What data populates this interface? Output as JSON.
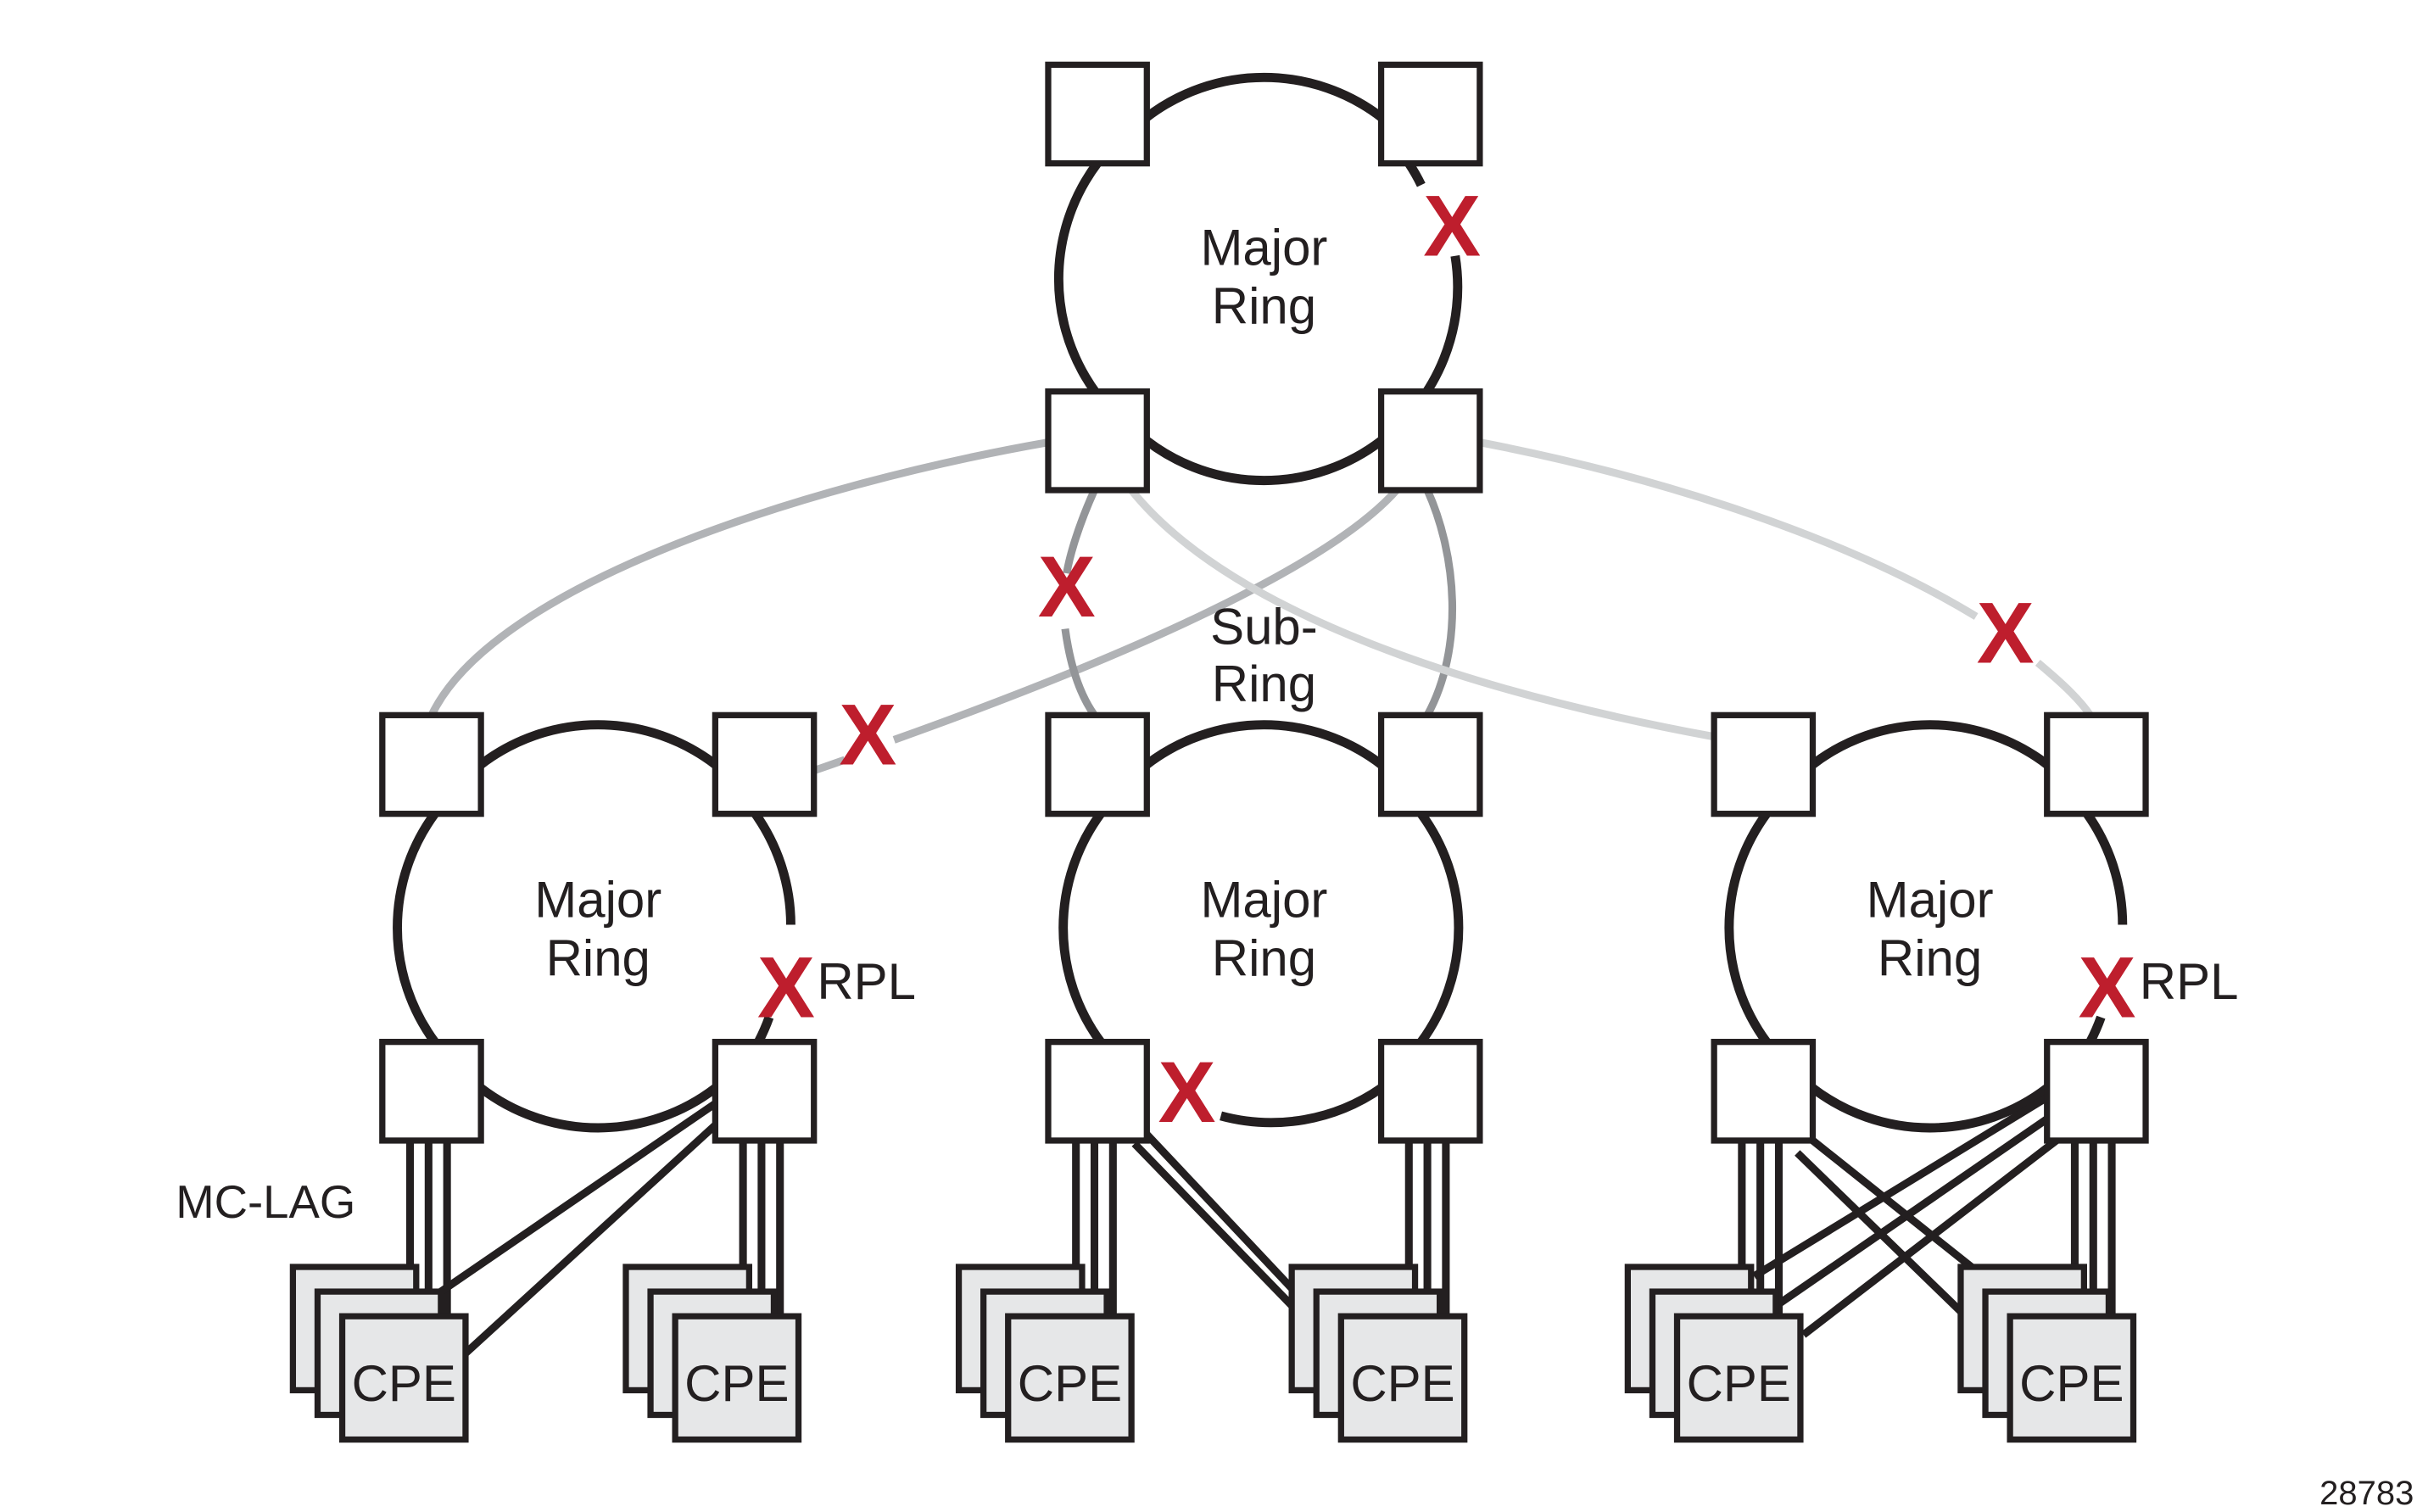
{
  "figure_id": "28783",
  "colors": {
    "ring_line": "#231f20",
    "blocked": "#be1e2d",
    "subring_dark": "#939598",
    "subring_mid": "#b1b3b6",
    "subring_light": "#d1d3d4",
    "cpe_fill": "#e6e7e8",
    "node_fill": "#ffffff"
  },
  "major_rings": [
    {
      "id": "top",
      "label_line1": "Major",
      "label_line2": "Ring"
    },
    {
      "id": "left",
      "label_line1": "Major",
      "label_line2": "Ring",
      "rpl_label": "RPL"
    },
    {
      "id": "middle",
      "label_line1": "Major",
      "label_line2": "Ring"
    },
    {
      "id": "right",
      "label_line1": "Major",
      "label_line2": "Ring",
      "rpl_label": "RPL"
    }
  ],
  "sub_ring": {
    "label_line1": "Sub-",
    "label_line2": "Ring"
  },
  "mc_lag_label": "MC-LAG",
  "cpe_label": "CPE",
  "block_mark": "X"
}
